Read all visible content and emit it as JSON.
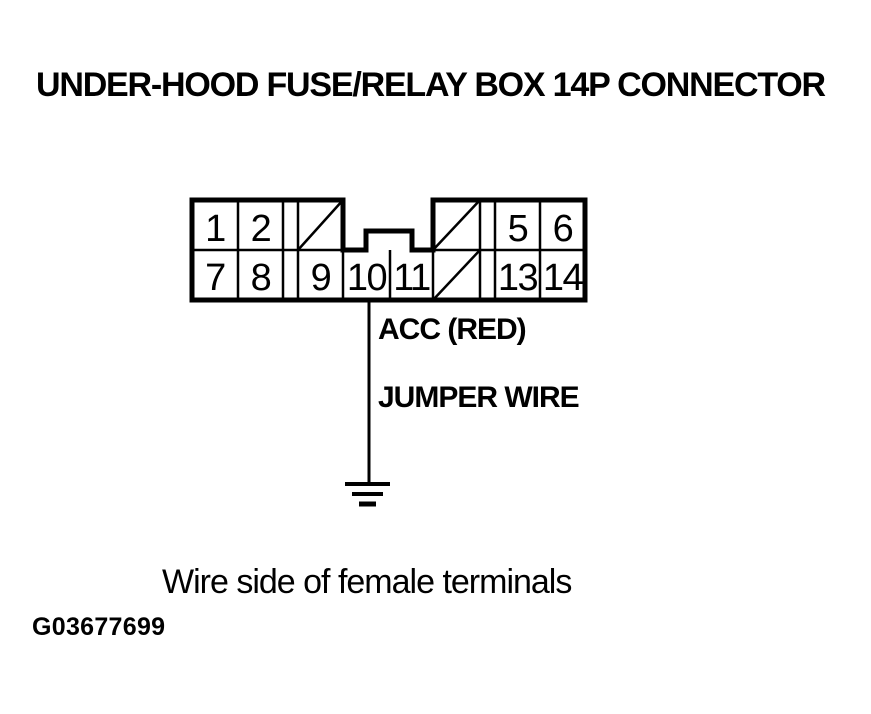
{
  "page": {
    "background": "#ffffff",
    "ink_color": "#000000",
    "title": "UNDER-HOOD FUSE/RELAY BOX 14P CONNECTOR",
    "caption": "Wire side of female terminals",
    "figure_code": "G03677699"
  },
  "connector": {
    "description": "under-hood fuse/relay box 14P connector, wire side of female terminals",
    "pins": {
      "p1": "1",
      "p2": "2",
      "p5": "5",
      "p6": "6",
      "p7": "7",
      "p8": "8",
      "p9": "9",
      "p10": "10",
      "p11": "11",
      "p13": "13",
      "p14": "14"
    },
    "slashed_cell_count": 3
  },
  "wire": {
    "from_pin": "10",
    "color_label": "ACC (RED)",
    "type_label": "JUMPER WIRE",
    "termination": "ground-symbol"
  }
}
